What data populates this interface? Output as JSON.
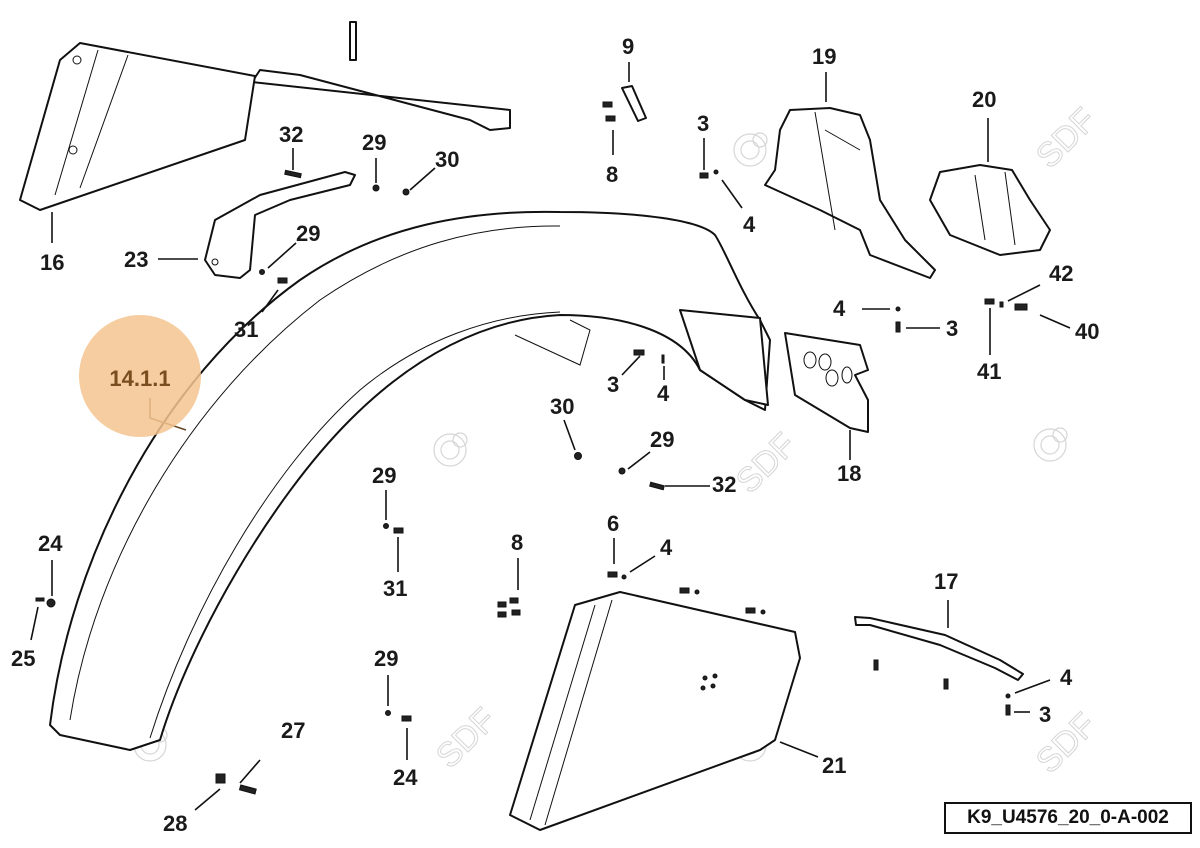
{
  "diagram": {
    "type": "exploded parts diagram",
    "subject": "Rear fender / mudguard assembly",
    "watermark": "SDF",
    "drawing_code": "K9_U4576_20_0-A-002",
    "reference_badge": {
      "label": "14.1.1",
      "color": "#f5c48f",
      "text_color": "#7a4d1e"
    },
    "callouts": [
      {
        "id": "c16",
        "label": "16"
      },
      {
        "id": "c32a",
        "label": "32"
      },
      {
        "id": "c29a",
        "label": "29"
      },
      {
        "id": "c30a",
        "label": "30"
      },
      {
        "id": "c23",
        "label": "23"
      },
      {
        "id": "c29b",
        "label": "29"
      },
      {
        "id": "c31a",
        "label": "31"
      },
      {
        "id": "c9",
        "label": "9"
      },
      {
        "id": "c8a",
        "label": "8"
      },
      {
        "id": "c3a",
        "label": "3"
      },
      {
        "id": "c4a",
        "label": "4"
      },
      {
        "id": "c19",
        "label": "19"
      },
      {
        "id": "c20",
        "label": "20"
      },
      {
        "id": "c42",
        "label": "42"
      },
      {
        "id": "c4b",
        "label": "4"
      },
      {
        "id": "c3b",
        "label": "3"
      },
      {
        "id": "c40",
        "label": "40"
      },
      {
        "id": "c41",
        "label": "41"
      },
      {
        "id": "c3c",
        "label": "3"
      },
      {
        "id": "c4c",
        "label": "4"
      },
      {
        "id": "c18",
        "label": "18"
      },
      {
        "id": "c30b",
        "label": "30"
      },
      {
        "id": "c29c",
        "label": "29"
      },
      {
        "id": "c32b",
        "label": "32"
      },
      {
        "id": "c29d",
        "label": "29"
      },
      {
        "id": "c31b",
        "label": "31"
      },
      {
        "id": "c24a",
        "label": "24"
      },
      {
        "id": "c25",
        "label": "25"
      },
      {
        "id": "c8b",
        "label": "8"
      },
      {
        "id": "c6",
        "label": "6"
      },
      {
        "id": "c4d",
        "label": "4"
      },
      {
        "id": "c17",
        "label": "17"
      },
      {
        "id": "c4e",
        "label": "4"
      },
      {
        "id": "c3d",
        "label": "3"
      },
      {
        "id": "c29e",
        "label": "29"
      },
      {
        "id": "c24b",
        "label": "24"
      },
      {
        "id": "c27",
        "label": "27"
      },
      {
        "id": "c28",
        "label": "28"
      },
      {
        "id": "c21",
        "label": "21"
      }
    ]
  }
}
